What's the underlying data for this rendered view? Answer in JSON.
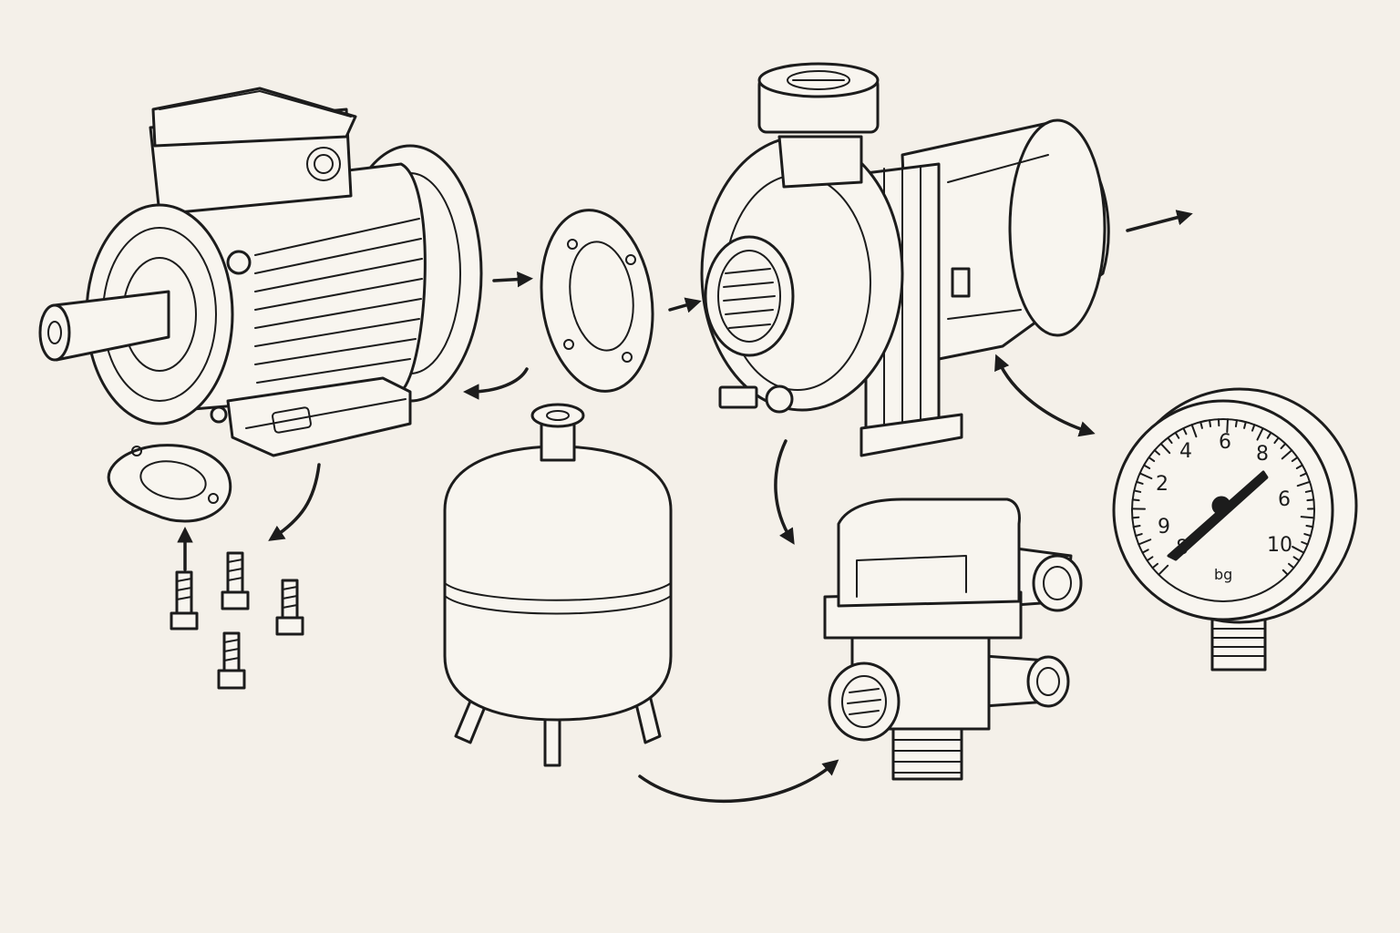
{
  "diagram": {
    "components": [
      "electric-motor",
      "motor-gasket",
      "bolts",
      "flange-plate",
      "centrifugal-pump",
      "pressure-tank",
      "pressure-switch",
      "pressure-gauge"
    ],
    "colors": {
      "background": "#f4f0e9",
      "line": "#1c1c1c",
      "fill": "#f8f5ef"
    }
  },
  "gauge": {
    "dial_numbers": [
      "4",
      "6",
      "8",
      "2",
      "6",
      "9",
      "10",
      "8"
    ],
    "unit_label": "bg"
  }
}
